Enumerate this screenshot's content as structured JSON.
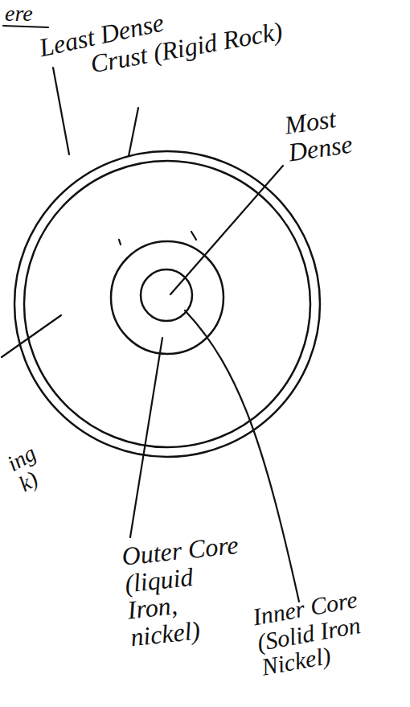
{
  "diagram": {
    "labels": [
      "ere",
      "Least Dense",
      "Crust (Rigid Rock)",
      "Most Dense",
      "ing k)",
      "Outer Core (liquid Iron, nickel)",
      "Inner Core (Solid Iron Nickel)"
    ]
  }
}
